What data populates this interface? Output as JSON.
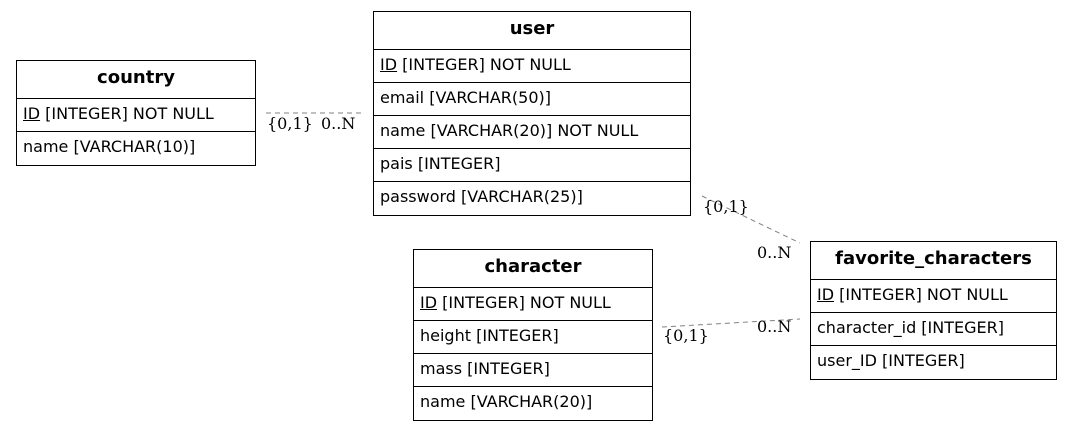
{
  "entities": {
    "country": {
      "title": "country",
      "fields": [
        {
          "name": "ID",
          "rest": " [INTEGER] NOT NULL"
        },
        {
          "name": "name [VARCHAR(10)]",
          "rest": ""
        }
      ]
    },
    "user": {
      "title": "user",
      "fields": [
        {
          "name": "ID",
          "rest": " [INTEGER] NOT NULL"
        },
        {
          "name": "email [VARCHAR(50)]",
          "rest": ""
        },
        {
          "name": "name [VARCHAR(20)] NOT NULL",
          "rest": ""
        },
        {
          "name": "pais [INTEGER]",
          "rest": ""
        },
        {
          "name": "password [VARCHAR(25)]",
          "rest": ""
        }
      ]
    },
    "character": {
      "title": "character",
      "fields": [
        {
          "name": "ID",
          "rest": " [INTEGER] NOT NULL"
        },
        {
          "name": "height [INTEGER]",
          "rest": ""
        },
        {
          "name": "mass [INTEGER]",
          "rest": ""
        },
        {
          "name": "name [VARCHAR(20)]",
          "rest": ""
        }
      ]
    },
    "favorite_characters": {
      "title": "favorite_characters",
      "fields": [
        {
          "name": "ID",
          "rest": " [INTEGER] NOT NULL"
        },
        {
          "name": "character_id [INTEGER]",
          "rest": ""
        },
        {
          "name": "user_ID [INTEGER]",
          "rest": ""
        }
      ]
    }
  },
  "relations": {
    "country_user": {
      "from_card": "{0,1}",
      "to_card": "0..N"
    },
    "user_favorite": {
      "from_card": "{0,1}",
      "to_card": "0..N"
    },
    "character_favorite": {
      "from_card": "{0,1}",
      "to_card": "0..N"
    }
  },
  "colors": {
    "border": "#000000",
    "link": "#808080",
    "background": "#ffffff"
  }
}
